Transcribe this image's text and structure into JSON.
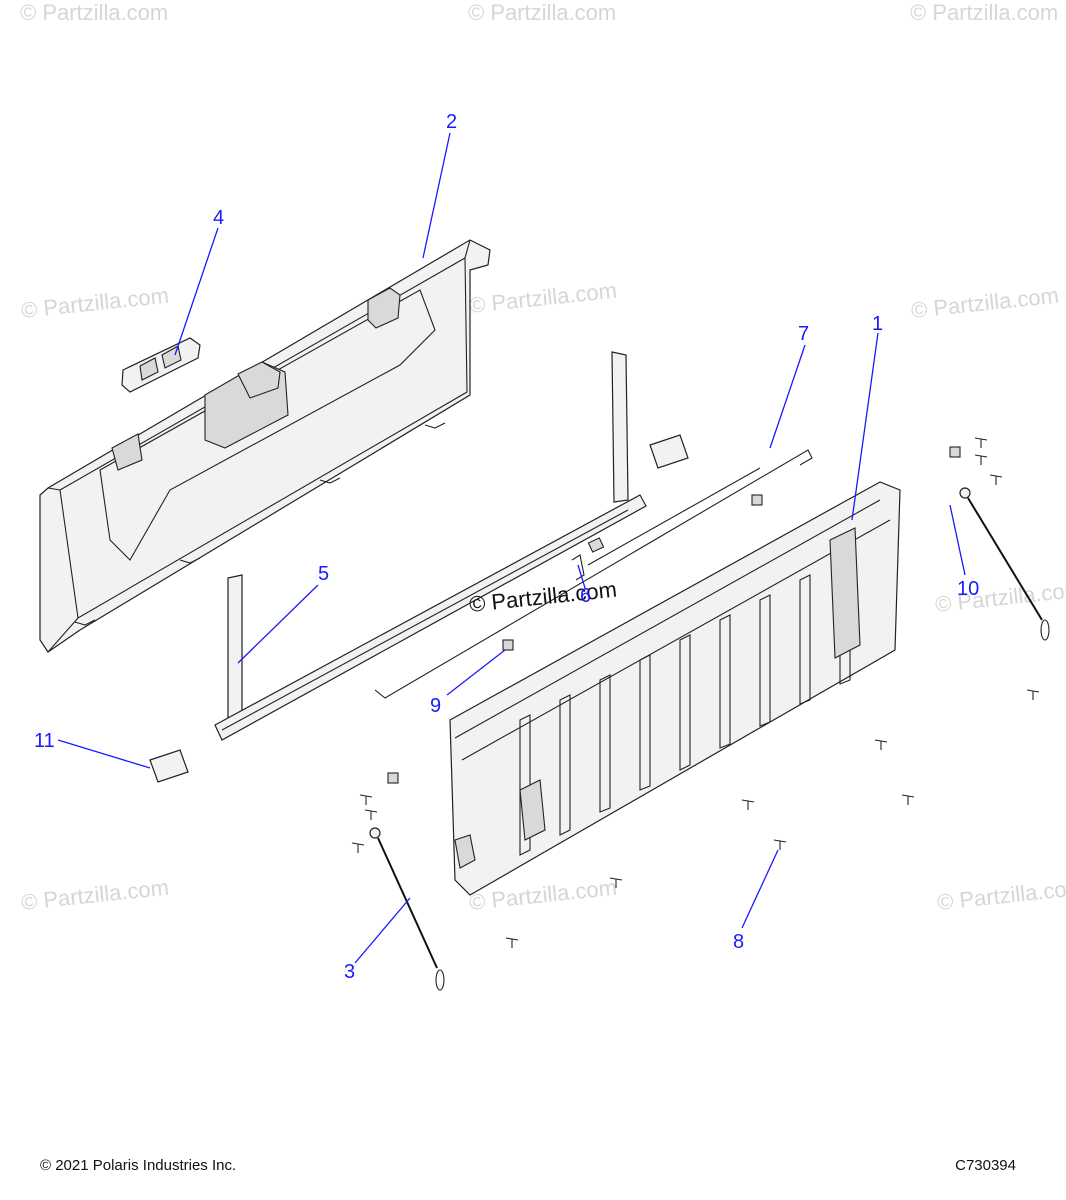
{
  "watermark": "© Partzilla.com",
  "center_watermark": "© Partzilla.com",
  "callouts": [
    {
      "number": "1",
      "name": "tailgate-outer-panel"
    },
    {
      "number": "2",
      "name": "tailgate-inner-panel"
    },
    {
      "number": "3",
      "name": "left-support-cable"
    },
    {
      "number": "4",
      "name": "latch-handle"
    },
    {
      "number": "5",
      "name": "latch-rod-frame"
    },
    {
      "number": "6",
      "name": "clip"
    },
    {
      "number": "7",
      "name": "latch-rod"
    },
    {
      "number": "8",
      "name": "screw"
    },
    {
      "number": "9",
      "name": "nut"
    },
    {
      "number": "10",
      "name": "right-support-cable"
    },
    {
      "number": "11",
      "name": "bushing"
    }
  ],
  "footer": {
    "copyright": "© 2021 Polaris Industries Inc.",
    "figure_code": "C730394"
  }
}
